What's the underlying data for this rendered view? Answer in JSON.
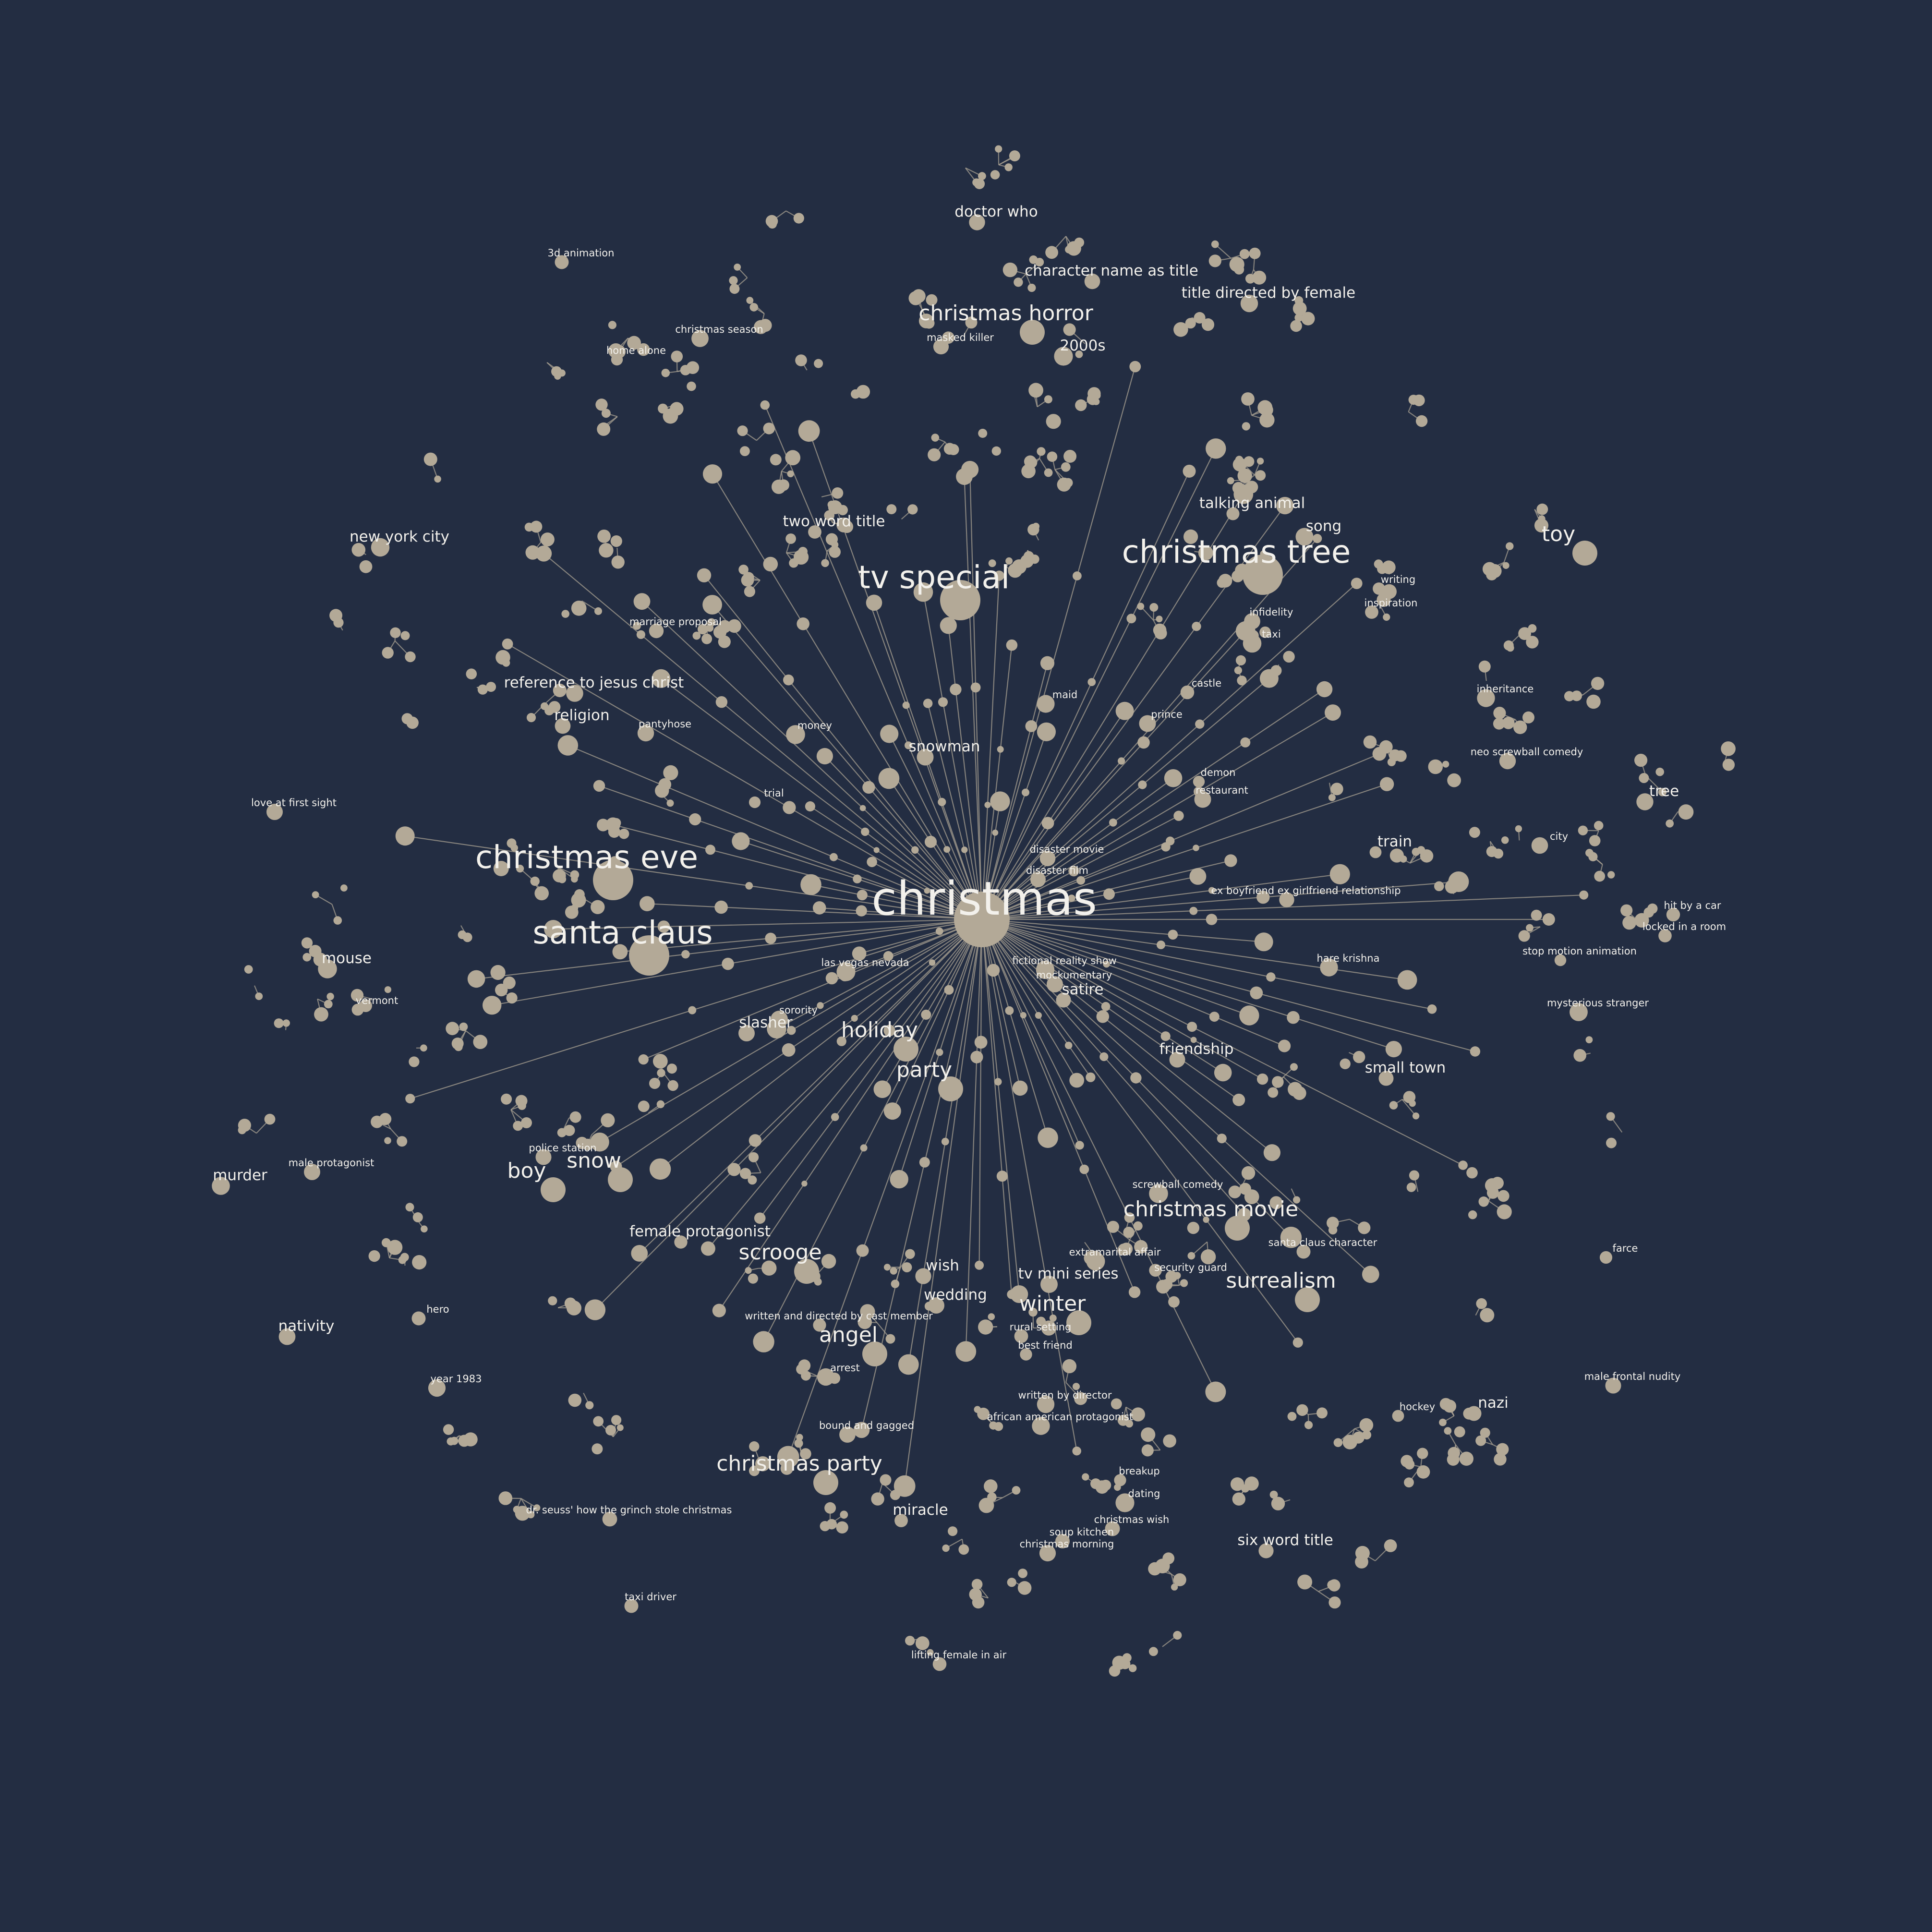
{
  "graph": {
    "hub": "christmas",
    "colors": {
      "background": "#232d42",
      "node": "#b3a997",
      "edge": "#a8a092",
      "text": "#f3f1ec"
    },
    "labels": [
      {
        "text": "christmas",
        "weight": "xl"
      },
      {
        "text": "tv special",
        "weight": "l"
      },
      {
        "text": "christmas tree",
        "weight": "l"
      },
      {
        "text": "christmas eve",
        "weight": "l"
      },
      {
        "text": "santa claus",
        "weight": "l"
      },
      {
        "text": "christmas horror",
        "weight": "m"
      },
      {
        "text": "holiday",
        "weight": "m"
      },
      {
        "text": "christmas party",
        "weight": "m"
      },
      {
        "text": "christmas movie",
        "weight": "m"
      },
      {
        "text": "surrealism",
        "weight": "m"
      },
      {
        "text": "angel",
        "weight": "m"
      },
      {
        "text": "toy",
        "weight": "m"
      },
      {
        "text": "snow",
        "weight": "m"
      },
      {
        "text": "scrooge",
        "weight": "m"
      },
      {
        "text": "party",
        "weight": "m"
      },
      {
        "text": "winter",
        "weight": "m"
      },
      {
        "text": "new york city",
        "weight": "s"
      },
      {
        "text": "reference to jesus christ",
        "weight": "s"
      },
      {
        "text": "religion",
        "weight": "s"
      },
      {
        "text": "two word title",
        "weight": "s"
      },
      {
        "text": "character name as title",
        "weight": "s"
      },
      {
        "text": "title directed by female",
        "weight": "s"
      },
      {
        "text": "talking animal",
        "weight": "s"
      },
      {
        "text": "song",
        "weight": "s"
      },
      {
        "text": "snowman",
        "weight": "s"
      },
      {
        "text": "doctor who",
        "weight": "s"
      },
      {
        "text": "2000s",
        "weight": "s"
      },
      {
        "text": "3d animation",
        "weight": "xs"
      },
      {
        "text": "home alone",
        "weight": "xs"
      },
      {
        "text": "christmas season",
        "weight": "xs"
      },
      {
        "text": "masked killer",
        "weight": "xs"
      },
      {
        "text": "infidelity",
        "weight": "xs"
      },
      {
        "text": "prince",
        "weight": "xs"
      },
      {
        "text": "restaurant",
        "weight": "xs"
      },
      {
        "text": "train",
        "weight": "s"
      },
      {
        "text": "tree",
        "weight": "s"
      },
      {
        "text": "mouse",
        "weight": "s"
      },
      {
        "text": "murder",
        "weight": "s"
      },
      {
        "text": "nativity",
        "weight": "s"
      },
      {
        "text": "boy",
        "weight": "m"
      },
      {
        "text": "police station",
        "weight": "xs"
      },
      {
        "text": "female protagonist",
        "weight": "s"
      },
      {
        "text": "slasher",
        "weight": "s"
      },
      {
        "text": "friendship",
        "weight": "s"
      },
      {
        "text": "small town",
        "weight": "s"
      },
      {
        "text": "stop motion animation",
        "weight": "xs"
      },
      {
        "text": "mysterious stranger",
        "weight": "xs"
      },
      {
        "text": "neo screwball comedy",
        "weight": "xs"
      },
      {
        "text": "screwball comedy",
        "weight": "xs"
      },
      {
        "text": "santa claus character",
        "weight": "xs"
      },
      {
        "text": "tv mini series",
        "weight": "s"
      },
      {
        "text": "extramarital affair",
        "weight": "xs"
      },
      {
        "text": "wish",
        "weight": "s"
      },
      {
        "text": "wedding",
        "weight": "s"
      },
      {
        "text": "written and directed by cast member",
        "weight": "xs"
      },
      {
        "text": "miracle",
        "weight": "s"
      },
      {
        "text": "six word title",
        "weight": "s"
      },
      {
        "text": "nazi",
        "weight": "s"
      },
      {
        "text": "hockey",
        "weight": "xs"
      },
      {
        "text": "male frontal nudity",
        "weight": "xs"
      },
      {
        "text": "written by director",
        "weight": "xs"
      },
      {
        "text": "african american protagonist",
        "weight": "xs"
      },
      {
        "text": "best friend",
        "weight": "xs"
      },
      {
        "text": "rural setting",
        "weight": "xs"
      },
      {
        "text": "bound and gagged",
        "weight": "xs"
      },
      {
        "text": "dr. seuss' how the grinch stole christmas",
        "weight": "xs"
      },
      {
        "text": "taxi driver",
        "weight": "xs"
      },
      {
        "text": "lifting female in air",
        "weight": "xs"
      },
      {
        "text": "breakup",
        "weight": "xs"
      },
      {
        "text": "soup kitchen",
        "weight": "xs"
      },
      {
        "text": "christmas wish",
        "weight": "xs"
      },
      {
        "text": "christmas morning",
        "weight": "xs"
      },
      {
        "text": "disaster film",
        "weight": "xs"
      },
      {
        "text": "disaster movie",
        "weight": "xs"
      },
      {
        "text": "satire",
        "weight": "s"
      },
      {
        "text": "mockumentary",
        "weight": "xs"
      },
      {
        "text": "fictional reality show",
        "weight": "xs"
      },
      {
        "text": "las vegas nevada",
        "weight": "xs"
      },
      {
        "text": "ex boyfriend ex girlfriend relationship",
        "weight": "xs"
      },
      {
        "text": "hare krishna",
        "weight": "xs"
      },
      {
        "text": "money",
        "weight": "xs"
      },
      {
        "text": "pantyhose",
        "weight": "xs"
      },
      {
        "text": "marriage proposal",
        "weight": "xs"
      },
      {
        "text": "love at first sight",
        "weight": "xs"
      },
      {
        "text": "vermont",
        "weight": "xs"
      },
      {
        "text": "castle",
        "weight": "xs"
      },
      {
        "text": "demon",
        "weight": "xs"
      },
      {
        "text": "inheritance",
        "weight": "xs"
      },
      {
        "text": "writing",
        "weight": "xs"
      },
      {
        "text": "inspiration",
        "weight": "xs"
      },
      {
        "text": "city",
        "weight": "xs"
      },
      {
        "text": "locked in a room",
        "weight": "xs"
      },
      {
        "text": "hit by a car",
        "weight": "xs"
      },
      {
        "text": "farce",
        "weight": "xs"
      },
      {
        "text": "year 1983",
        "weight": "xs"
      },
      {
        "text": "hero",
        "weight": "xs"
      },
      {
        "text": "male protagonist",
        "weight": "xs"
      },
      {
        "text": "sorority",
        "weight": "xs"
      },
      {
        "text": "trial",
        "weight": "xs"
      },
      {
        "text": "maid",
        "weight": "xs"
      },
      {
        "text": "taxi",
        "weight": "xs"
      },
      {
        "text": "arrest",
        "weight": "xs"
      },
      {
        "text": "dating",
        "weight": "xs"
      },
      {
        "text": "security guard",
        "weight": "xs"
      }
    ]
  }
}
